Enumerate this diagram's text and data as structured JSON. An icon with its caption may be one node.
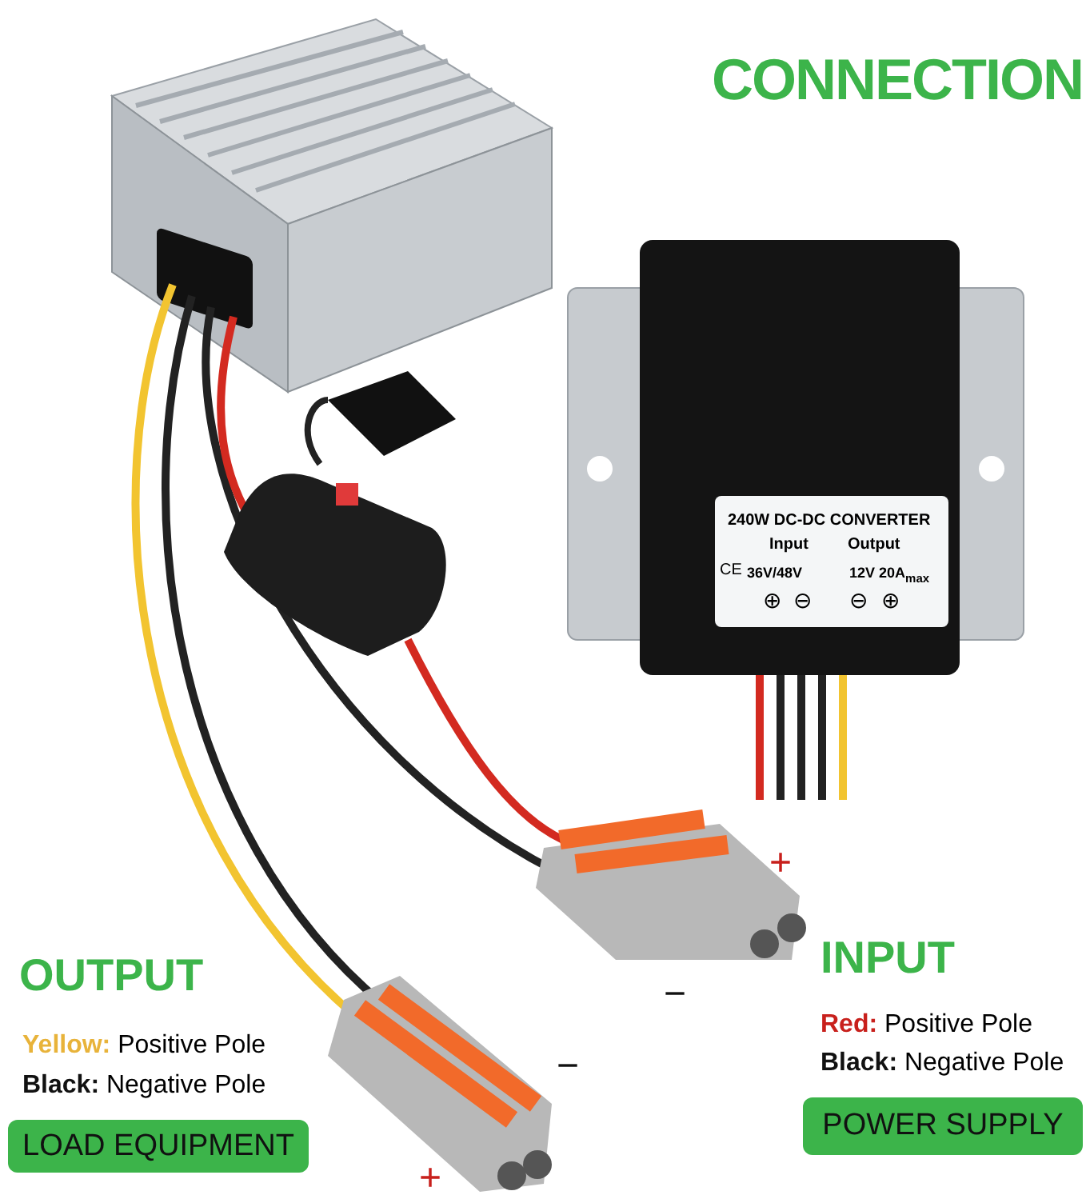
{
  "diagram": {
    "title": "CONNECTION",
    "nodes": [
      {
        "text": [
          "LOAD EQUIPMENT"
        ]
      },
      {
        "text": [
          "POWER SUPPLY"
        ]
      }
    ],
    "labels": [
      "240W DC-DC CONVERTER",
      "Input",
      "Output",
      "CE",
      "36V/48V",
      "12V 20A$_{max}$",
      "⊕",
      "⊖",
      "⊖",
      "⊕",
      "+",
      "−",
      "OUTPUT",
      "INPUT",
      "Yellow: Positive Pole",
      "Red: Positive Pole",
      "Black: Negative Pole",
      "Black: Negative Pole",
      "−",
      "+"
    ]
  }
}
